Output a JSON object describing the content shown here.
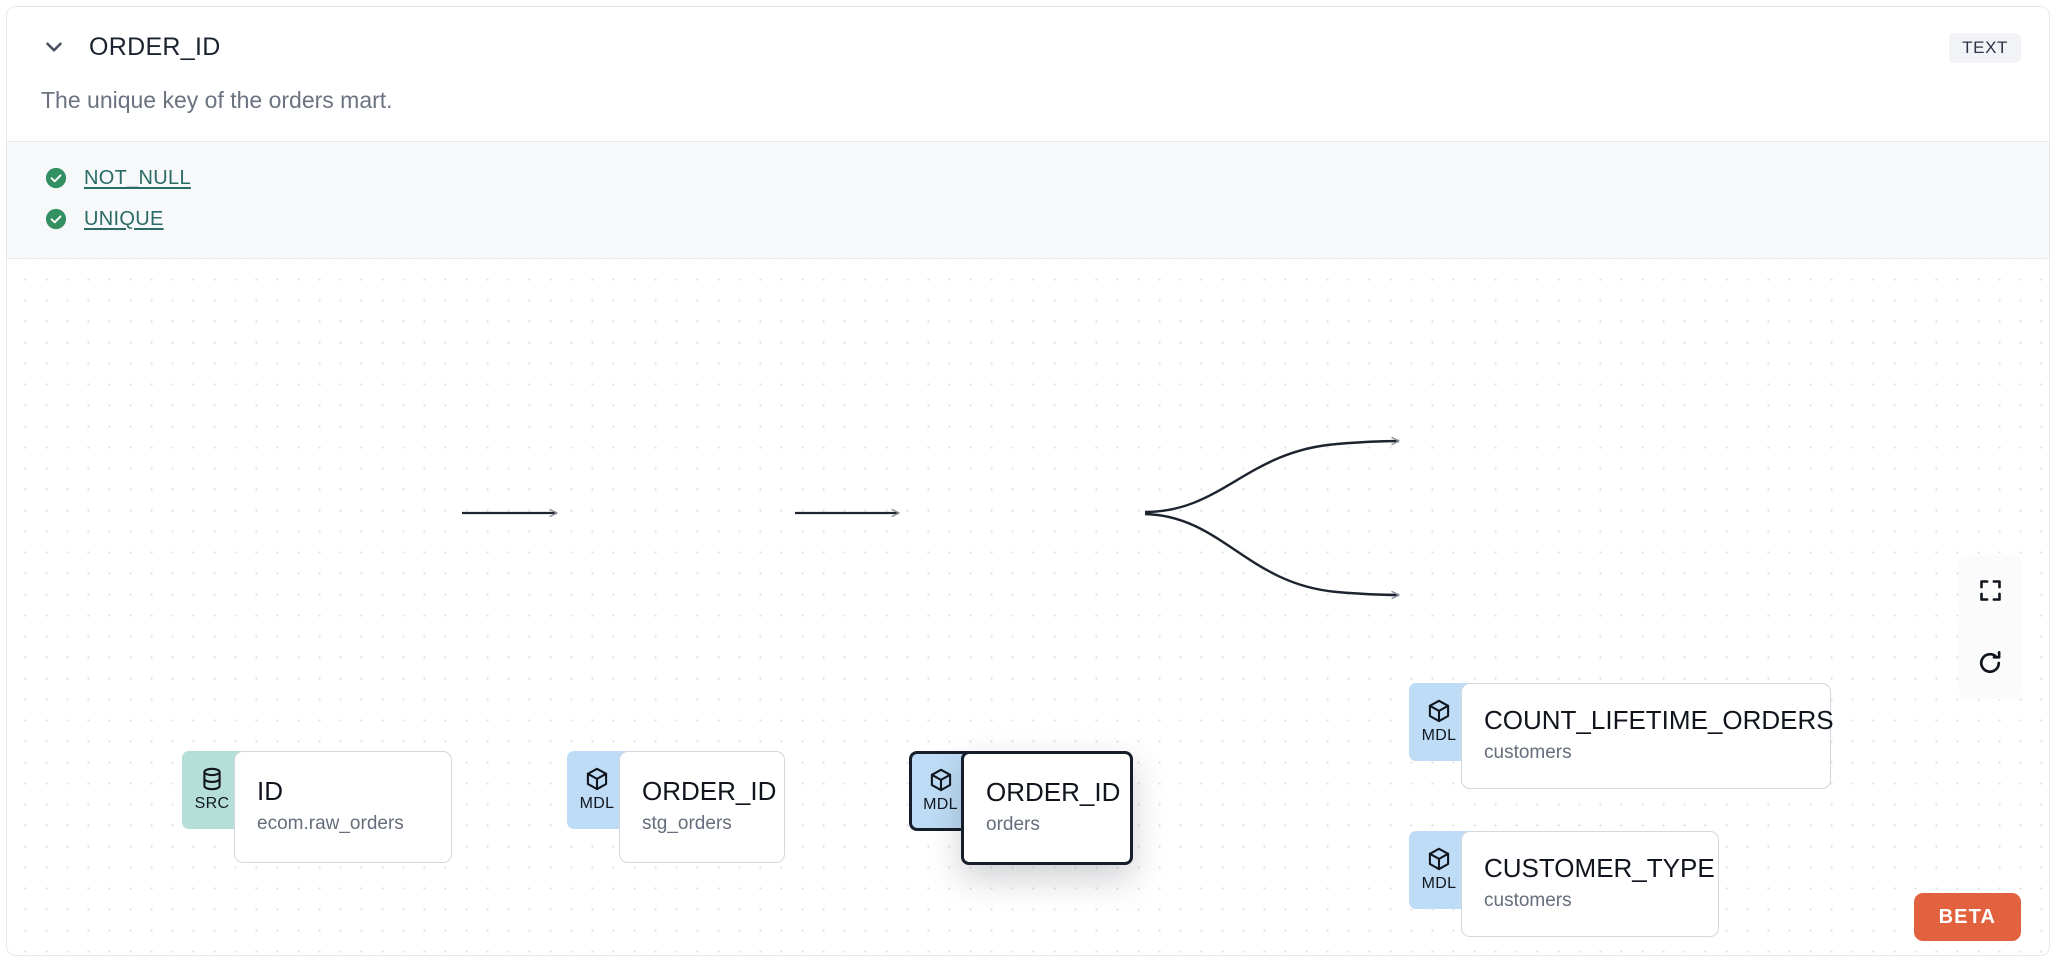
{
  "header": {
    "collapse_icon": "chevron-down-icon",
    "column_name": "ORDER_ID",
    "type_badge": "TEXT"
  },
  "description": "The unique key of the orders mart.",
  "tests": {
    "status_icon": "check-circle-icon",
    "items": [
      {
        "label": "NOT_NULL",
        "status": "passed"
      },
      {
        "label": "UNIQUE",
        "status": "passed"
      }
    ]
  },
  "lineage": {
    "nodes": [
      {
        "id": "src",
        "badge": "SRC",
        "badge_icon": "database-icon",
        "name": "ID",
        "source": "ecom.raw_orders",
        "selected": false
      },
      {
        "id": "stg",
        "badge": "MDL",
        "badge_icon": "cube-icon",
        "name": "ORDER_ID",
        "source": "stg_orders",
        "selected": false
      },
      {
        "id": "orders",
        "badge": "MDL",
        "badge_icon": "cube-icon",
        "name": "ORDER_ID",
        "source": "orders",
        "selected": true
      },
      {
        "id": "count",
        "badge": "MDL",
        "badge_icon": "cube-icon",
        "name": "COUNT_LIFETIME_ORDERS",
        "source": "customers",
        "selected": false
      },
      {
        "id": "ctype",
        "badge": "MDL",
        "badge_icon": "cube-icon",
        "name": "CUSTOMER_TYPE",
        "source": "customers",
        "selected": false
      }
    ],
    "edges": [
      {
        "from": "src",
        "to": "stg"
      },
      {
        "from": "stg",
        "to": "orders"
      },
      {
        "from": "orders",
        "to": "count"
      },
      {
        "from": "orders",
        "to": "ctype"
      }
    ],
    "controls": [
      {
        "name": "fit-view-button",
        "icon": "fullscreen-icon"
      },
      {
        "name": "reset-button",
        "icon": "refresh-icon"
      }
    ],
    "beta_label": "BETA"
  },
  "colors": {
    "src_badge": "#b5ded9",
    "mdl_badge": "#bedcf5",
    "test_pass": "#339063",
    "test_link": "#2a6b66",
    "beta": "#e2623f",
    "selected_border": "#161d2b",
    "type_badge_bg": "#f1f3f6"
  }
}
